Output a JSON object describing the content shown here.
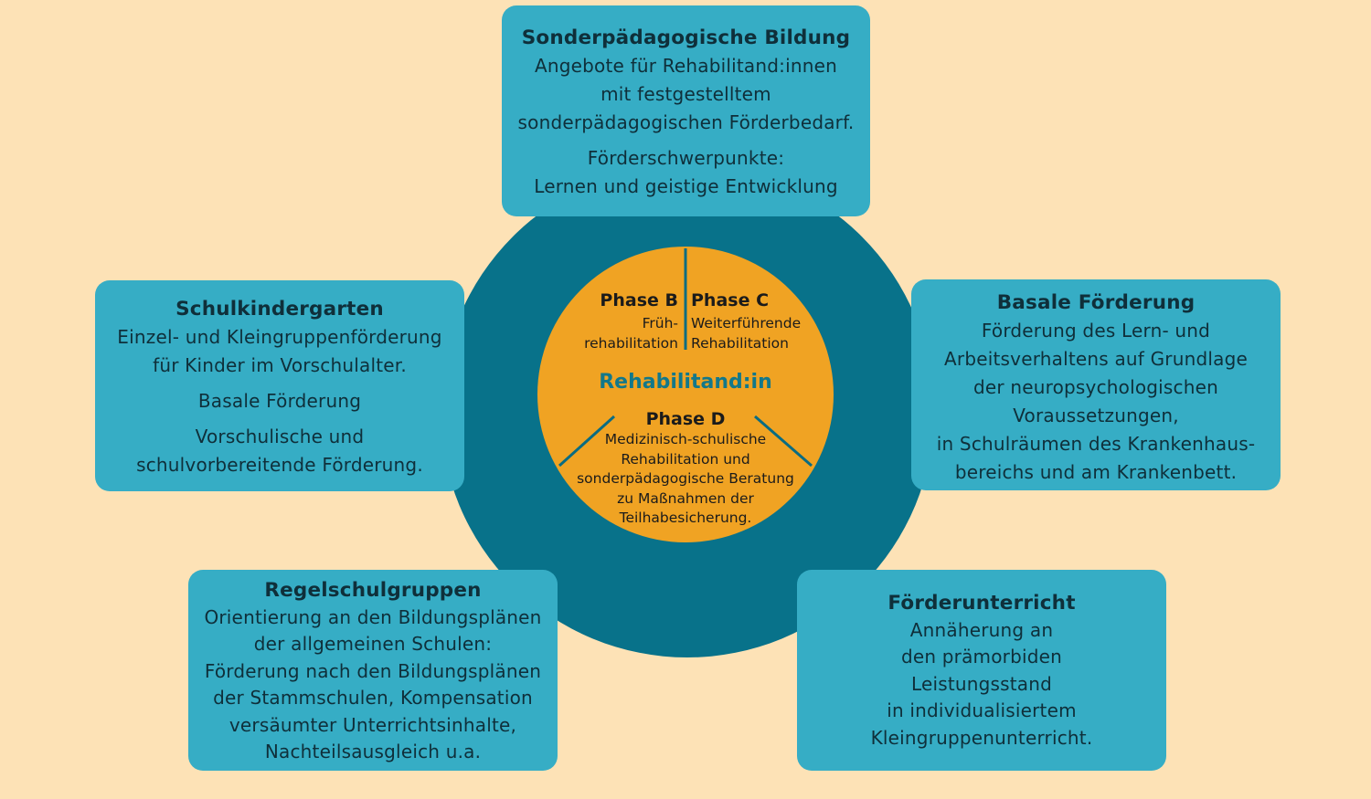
{
  "center": {
    "label": "Rehabilitand:in",
    "phase_b": {
      "title": "Phase B",
      "lines": [
        "Früh-",
        "rehabilitation"
      ]
    },
    "phase_c": {
      "title": "Phase C",
      "lines": [
        "Weiterführende",
        "Rehabilitation"
      ]
    },
    "phase_d": {
      "title": "Phase D",
      "lines": [
        "Medizinisch-schulische",
        "Rehabilitation und",
        "sonderpädagogische Beratung",
        "zu Maßnahmen der",
        "Teilhabesicherung."
      ]
    }
  },
  "boxes": {
    "top": {
      "title": "Sonderpädagogische Bildung",
      "p1": [
        "Angebote für Rehabilitand:innen",
        "mit festgestelltem",
        "sonderpädagogischen Förderbedarf."
      ],
      "p2": [
        "Förderschwerpunkte:",
        "Lernen und geistige Entwicklung"
      ]
    },
    "left": {
      "title": "Schulkindergarten",
      "p1": [
        "Einzel- und Kleingruppenförderung",
        "für Kinder im Vorschulalter."
      ],
      "p2": [
        "Basale Förderung"
      ],
      "p3": [
        "Vorschulische und",
        "schulvorbereitende Förderung."
      ]
    },
    "right": {
      "title": "Basale Förderung",
      "p1": [
        "Förderung des Lern- und",
        "Arbeitsverhaltens auf Grundlage",
        "der neuropsychologischen",
        "Voraussetzungen,",
        "in Schulräumen des Krankenhaus-",
        "bereichs und am Krankenbett."
      ]
    },
    "bottom_left": {
      "title": "Regelschulgruppen",
      "p1": [
        "Orientierung an den Bildungsplänen",
        "der allgemeinen Schulen:",
        "Förderung nach den Bildungsplänen",
        "der Stammschulen, Kompensation",
        "versäumter Unterrichtsinhalte,",
        "Nachteilsausgleich u.a."
      ]
    },
    "bottom_right": {
      "title": "Förderunterricht",
      "p1": [
        "Annäherung an",
        "den prämorbiden",
        "Leistungsstand",
        "in individualisiertem",
        "Kleingruppenunterricht."
      ]
    }
  },
  "colors": {
    "background": "#fde2b6",
    "ring": "#08728a",
    "inner_circle": "#f0a323",
    "box": "#36adc5",
    "center_label": "#13788a"
  }
}
